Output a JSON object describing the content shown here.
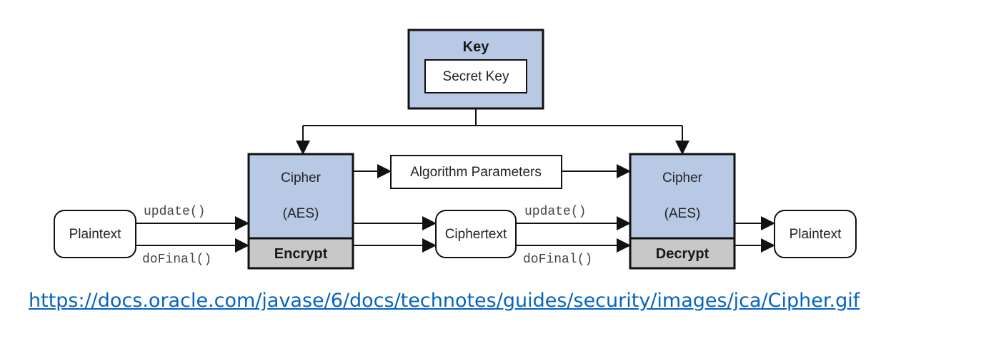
{
  "colors": {
    "cipher_fill": "#b8c9e5",
    "footer_fill": "#c8c8c8",
    "link": "#0563c1",
    "stroke": "#111111"
  },
  "key_box": {
    "title": "Key",
    "inner_label": "Secret Key"
  },
  "algorithm_parameters": "Algorithm Parameters",
  "encrypt_cipher": {
    "title": "Cipher",
    "algorithm": "(AES)",
    "mode": "Encrypt"
  },
  "decrypt_cipher": {
    "title": "Cipher",
    "algorithm": "(AES)",
    "mode": "Decrypt"
  },
  "plaintext_in": "Plaintext",
  "ciphertext": "Ciphertext",
  "plaintext_out": "Plaintext",
  "methods": {
    "encrypt_update": "update()",
    "encrypt_final": "doFinal()",
    "decrypt_update": "update()",
    "decrypt_final": "doFinal()"
  },
  "source_url": "https://docs.oracle.com/javase/6/docs/technotes/guides/security/images/jca/Cipher.gif"
}
